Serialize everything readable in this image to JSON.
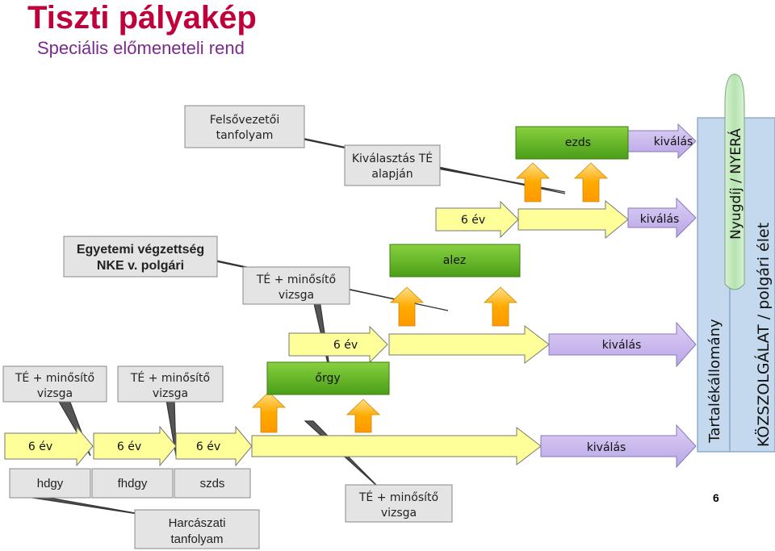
{
  "header": {
    "title": "Tiszti pályakép",
    "subtitle": "Speciális előmeneteli rend"
  },
  "callouts": {
    "felsovezetoi": [
      "Felsővezetői",
      "tanfolyam"
    ],
    "kivalasztas": [
      "Kiválasztás TÉ",
      "alapján"
    ],
    "egyetemi": [
      "Egyetemi végzettség",
      "NKE v. polgári"
    ],
    "te_minosito_top": [
      "TÉ + minősítő",
      "vizsga"
    ],
    "te_minosito_left1": [
      "TÉ + minősítő",
      "vizsga"
    ],
    "te_minosito_left2": [
      "TÉ + minősítő",
      "vizsga"
    ],
    "te_minosito_bottom": [
      "TÉ + minősítő",
      "vizsga"
    ],
    "harcaszati": [
      "Harcászati",
      "tanfolyam"
    ]
  },
  "ranks": {
    "hdgy": "hdgy",
    "fhdgy": "fhdgy",
    "szds": "szds",
    "orgy": "őrgy",
    "alez": "alez",
    "ezds": "ezds"
  },
  "durations": {
    "d1": "6 év",
    "d2": "6 év",
    "d3": "6 év",
    "d4": "6 év",
    "d5": "6 év"
  },
  "exits": {
    "k1": "kiválás",
    "k2": "kiválás",
    "k3": "kiválás",
    "k4": "kiválás"
  },
  "side": {
    "tartalek": "Tartalékállomány",
    "nyugdij": "Nyugdíj / NYERÁ",
    "kozszolgalat": "KÖZSZOLGÁLAT / polgári élet"
  },
  "slide_number": "6",
  "colors": {
    "title": "#c0003a",
    "subtitle": "#7a2a8c",
    "arrow_yellow": "#ffff99",
    "rank_green": "#66bb22",
    "up_arrow_orange": "#ffaa00",
    "exit_purple": "#ccbbee",
    "side_blue": "#c5d9ee",
    "nyugdij_green": "#bbe8b8",
    "box_gray": "#e4e4e4"
  }
}
